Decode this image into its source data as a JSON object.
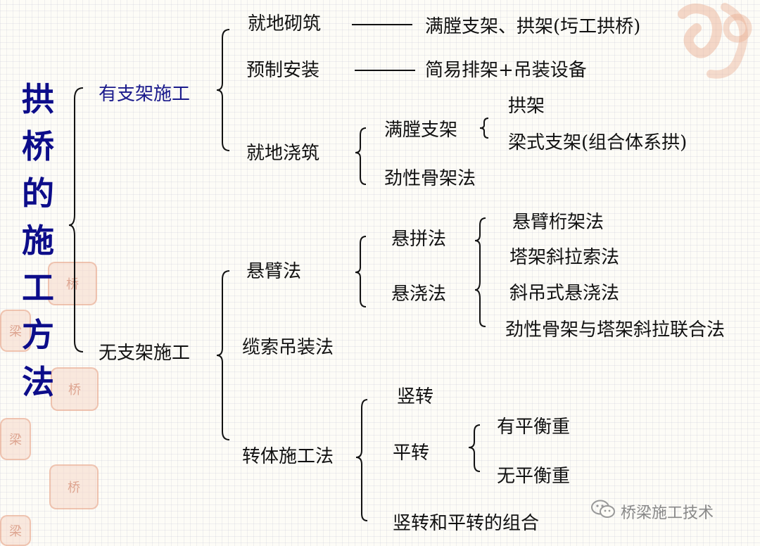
{
  "title_chars": [
    "拱",
    "桥",
    "的",
    "施",
    "工",
    "方",
    "法"
  ],
  "branches": {
    "with_support": "有支架施工",
    "without_support": "无支架施工"
  },
  "with_support": {
    "masonry": "就地砌筑",
    "masonry_detail": "满膛支架、拱架(圬工拱桥)",
    "precast": "预制安装",
    "precast_detail": "简易排架+吊装设备",
    "cast_in_place": "就地浇筑",
    "full_scaffold": "满膛支架",
    "arch_frame": "拱架",
    "beam_support": "梁式支架(组合体系拱)",
    "stiff_skeleton": "劲性骨架法"
  },
  "without_support": {
    "cantilever": "悬臂法",
    "cantilever_assembly": "悬拼法",
    "cantilever_casting": "悬浇法",
    "truss": "悬臂桁架法",
    "tower_cable": "塔架斜拉索法",
    "inclined_hanger": "斜吊式悬浇法",
    "combined": "劲性骨架与塔架斜拉联合法",
    "cable_hoisting": "缆索吊装法",
    "swivel": "转体施工法",
    "vertical_rotation": "竖转",
    "horizontal_rotation": "平转",
    "with_counterweight": "有平衡重",
    "without_counterweight": "无平衡重",
    "vertical_horizontal_combo": "竖转和平转的组合"
  },
  "watermark": "桥梁施工技术",
  "icons": {
    "watermark_icon": "wechat-icon",
    "seal": "seal-stamp-icon"
  },
  "colors": {
    "title": "#0d0d8a",
    "branch_blue": "#1a1a8c",
    "seal": "#e29678"
  }
}
